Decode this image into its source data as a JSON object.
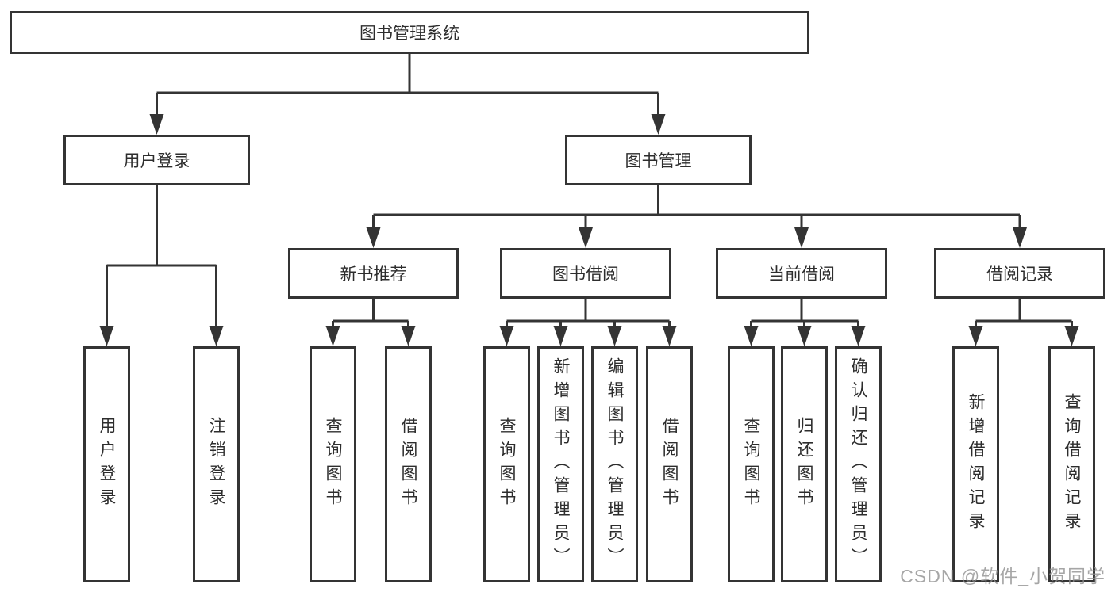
{
  "tree": {
    "root": {
      "label": "图书管理系统"
    },
    "branches": [
      {
        "label": "用户登录",
        "children": [
          {
            "label": "用户登录"
          },
          {
            "label": "注销登录"
          }
        ]
      },
      {
        "label": "图书管理",
        "children": [
          {
            "label": "新书推荐",
            "children": [
              {
                "label": "查询图书"
              },
              {
                "label": "借阅图书"
              }
            ]
          },
          {
            "label": "图书借阅",
            "children": [
              {
                "label": "查询图书"
              },
              {
                "label": "新增图书（管理员）"
              },
              {
                "label": "编辑图书（管理员）"
              },
              {
                "label": "借阅图书"
              }
            ]
          },
          {
            "label": "当前借阅",
            "children": [
              {
                "label": "查询图书"
              },
              {
                "label": "归还图书"
              },
              {
                "label": "确认归还（管理员）"
              }
            ]
          },
          {
            "label": "借阅记录",
            "children": [
              {
                "label": "新增借阅记录"
              },
              {
                "label": "查询借阅记录"
              }
            ]
          }
        ]
      }
    ]
  },
  "watermark": "CSDN @软件_小贺同学",
  "colors": {
    "line": "#343434",
    "box_border": "#343434",
    "text": "#2d2d2d",
    "watermark": "#8d8d8d",
    "background": "#ffffff"
  }
}
